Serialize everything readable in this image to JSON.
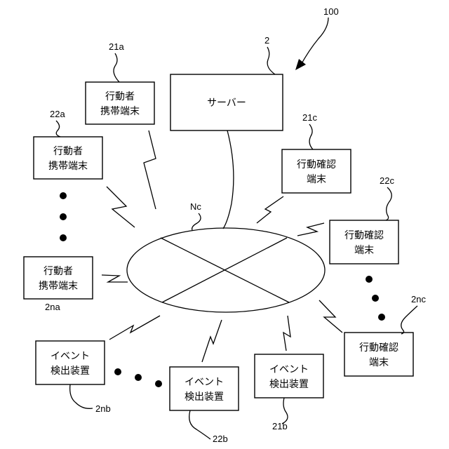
{
  "diagram": {
    "ref_main": "100",
    "network_label": "Nc",
    "nodes": [
      {
        "id": "server",
        "lines": [
          "サーバー"
        ],
        "ref": "2"
      },
      {
        "id": "mobile-21a",
        "lines": [
          "行動者",
          "携帯端末"
        ],
        "ref": "21a"
      },
      {
        "id": "mobile-22a",
        "lines": [
          "行動者",
          "携帯端末"
        ],
        "ref": "22a"
      },
      {
        "id": "mobile-2na",
        "lines": [
          "行動者",
          "携帯端末"
        ],
        "ref": "2na"
      },
      {
        "id": "confirm-21c",
        "lines": [
          "行動確認",
          "端末"
        ],
        "ref": "21c"
      },
      {
        "id": "confirm-22c",
        "lines": [
          "行動確認",
          "端末"
        ],
        "ref": "22c"
      },
      {
        "id": "confirm-2nc",
        "lines": [
          "行動確認",
          "端末"
        ],
        "ref": "2nc"
      },
      {
        "id": "event-2nb",
        "lines": [
          "イベント",
          "検出装置"
        ],
        "ref": "2nb"
      },
      {
        "id": "event-22b",
        "lines": [
          "イベント",
          "検出装置"
        ],
        "ref": "22b"
      },
      {
        "id": "event-21b",
        "lines": [
          "イベント",
          "検出装置"
        ],
        "ref": "21b"
      }
    ]
  }
}
